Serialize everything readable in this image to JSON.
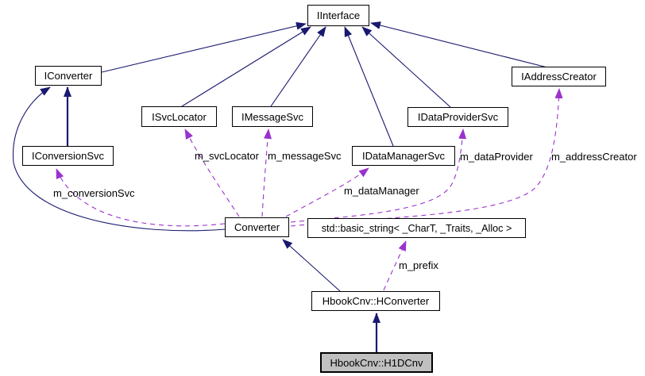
{
  "diagram": {
    "title": "HbookCnv::H1DCnv collaboration diagram",
    "colors": {
      "inheritance": "#191970",
      "usage": "#9a32cd",
      "node_border": "#000000",
      "node_fill": "#ffffff",
      "highlight_fill": "#c0c0c0",
      "text": "#000000",
      "background": "#ffffff"
    },
    "nodes": {
      "iinterface": {
        "label": "IInterface"
      },
      "iconverter": {
        "label": "IConverter"
      },
      "iconversionsvc": {
        "label": "IConversionSvc"
      },
      "isvclocator": {
        "label": "ISvcLocator"
      },
      "imessagesvc": {
        "label": "IMessageSvc"
      },
      "idataprovidersvc": {
        "label": "IDataProviderSvc"
      },
      "idatamanagersvc": {
        "label": "IDataManagerSvc"
      },
      "iaddresscreator": {
        "label": "IAddressCreator"
      },
      "converter": {
        "label": "Converter"
      },
      "basic_string": {
        "label": "std::basic_string< _CharT, _Traits, _Alloc >"
      },
      "hconverter": {
        "label": "HbookCnv::HConverter"
      },
      "h1dcnv": {
        "label": "HbookCnv::H1DCnv"
      }
    },
    "edge_labels": {
      "m_conversionSvc": "m_conversionSvc",
      "m_svcLocator": "m_svcLocator",
      "m_messageSvc": "m_messageSvc",
      "m_dataManager": "m_dataManager",
      "m_dataProvider": "m_dataProvider",
      "m_addressCreator": "m_addressCreator",
      "m_prefix": "m_prefix"
    }
  }
}
